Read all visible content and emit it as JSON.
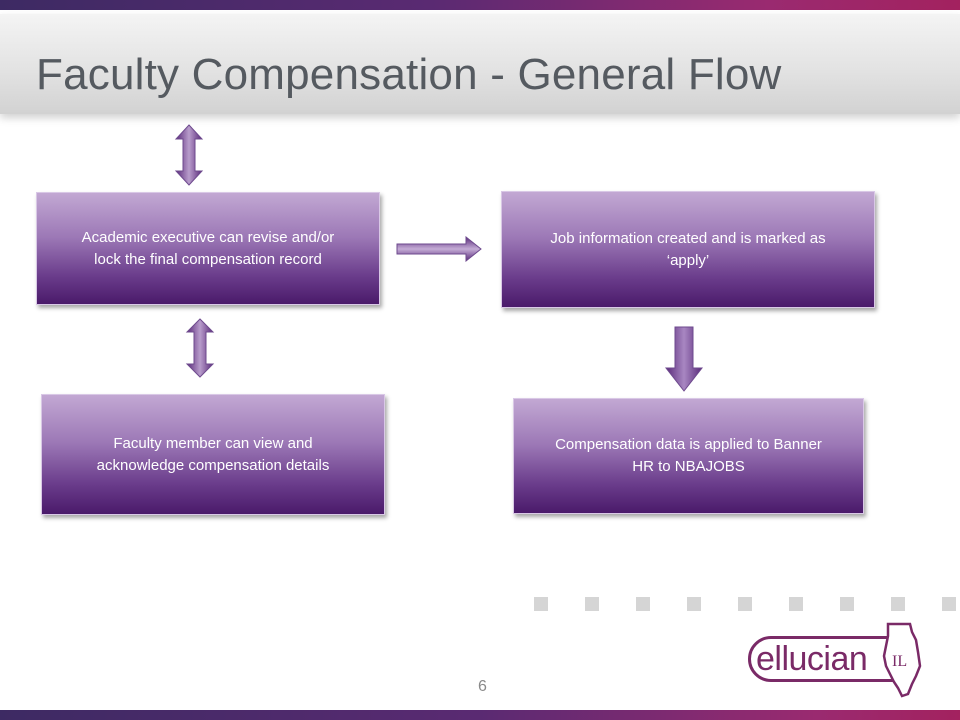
{
  "slide": {
    "title": "Faculty Compensation - General Flow",
    "page_number": "6"
  },
  "nodes": {
    "academic_executive": {
      "lines": [
        "Academic executive can revise and/or",
        "lock the final compensation record"
      ]
    },
    "job_information": {
      "lines": [
        "Job information created and is marked as",
        "‘apply’"
      ]
    },
    "faculty_member": {
      "lines": [
        "Faculty member can view and",
        "acknowledge compensation details"
      ]
    },
    "compensation_data": {
      "lines": [
        "Compensation data is applied to Banner",
        "HR to NBAJOBS"
      ]
    }
  },
  "edges": [
    {
      "from": "academic_executive",
      "to": "job_information",
      "type": "right-arrow"
    },
    {
      "from": "academic_executive",
      "to": "faculty_member",
      "type": "bidirectional-arrow"
    },
    {
      "from": "job_information",
      "to": "compensation_data",
      "type": "down-arrow"
    }
  ],
  "logo": {
    "text": "ellucian",
    "badge": "IL"
  },
  "colors": {
    "box_top": "#c2a8d3",
    "box_bottom": "#4a1a6a",
    "title_text": "#555a60",
    "brand": "#7a2a67"
  }
}
